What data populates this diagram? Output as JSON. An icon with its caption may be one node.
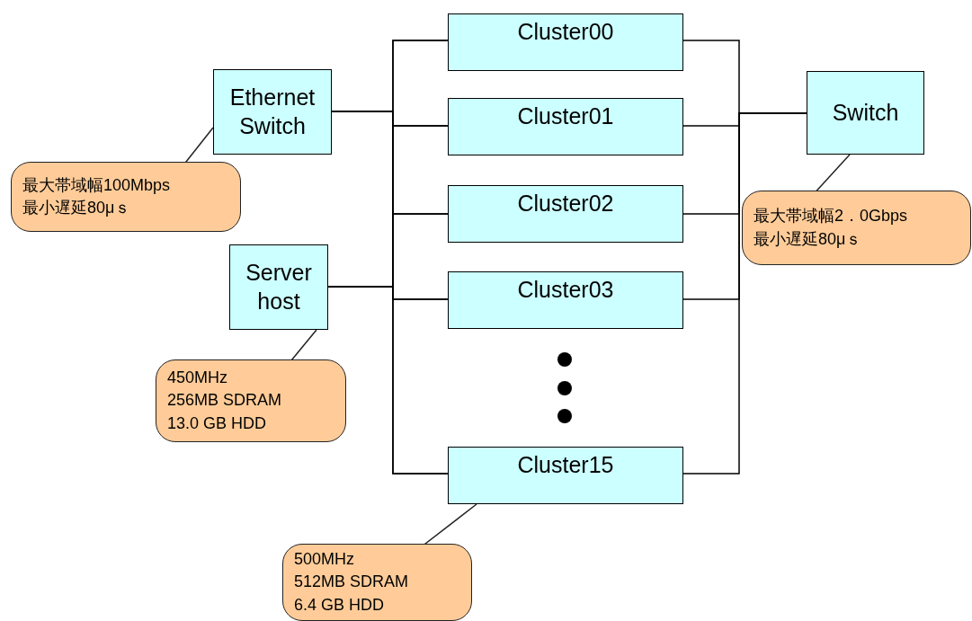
{
  "diagram": {
    "nodes": [
      {
        "text": [
          "Cluster00"
        ]
      },
      {
        "text": [
          "Ethernet Switch"
        ]
      },
      {
        "text": [
          "Switch"
        ]
      },
      {
        "text": [
          "Cluster01"
        ]
      },
      {
        "text": [
          "最大帯域幅100Mbps",
          "最小遅延80μｓ"
        ]
      },
      {
        "text": [
          "Cluster02"
        ]
      },
      {
        "text": [
          "最大帯域幅2．0Gbps",
          "最小遅延80μｓ"
        ]
      },
      {
        "text": [
          "Server host"
        ]
      },
      {
        "text": [
          "Cluster03"
        ]
      },
      {
        "text": [
          "450MHz",
          "256MB SDRAM",
          "13.0 GB HDD"
        ]
      },
      {
        "text": [
          "Cluster15"
        ]
      },
      {
        "text": [
          "500MHz",
          "512MB SDRAM",
          "6.4 GB HDD"
        ]
      }
    ],
    "edges": [
      {
        "from": 1,
        "to": 0,
        "arrow": "none"
      },
      {
        "from": 1,
        "to": 3,
        "arrow": "none"
      },
      {
        "from": 1,
        "to": 5,
        "arrow": "none"
      },
      {
        "from": 1,
        "to": 8,
        "arrow": "none"
      },
      {
        "from": 1,
        "to": 10,
        "arrow": "none"
      },
      {
        "from": 7,
        "to": 0,
        "arrow": "none"
      },
      {
        "from": 7,
        "to": 3,
        "arrow": "none"
      },
      {
        "from": 7,
        "to": 5,
        "arrow": "none"
      },
      {
        "from": 7,
        "to": 8,
        "arrow": "none"
      },
      {
        "from": 7,
        "to": 10,
        "arrow": "none"
      },
      {
        "from": 0,
        "to": 2,
        "arrow": "none"
      },
      {
        "from": 3,
        "to": 2,
        "arrow": "none"
      },
      {
        "from": 5,
        "to": 2,
        "arrow": "none"
      },
      {
        "from": 8,
        "to": 2,
        "arrow": "none"
      },
      {
        "from": 10,
        "to": 2,
        "arrow": "none"
      },
      {
        "from": 4,
        "to": 1,
        "arrow": "none"
      },
      {
        "from": 6,
        "to": 2,
        "arrow": "none"
      },
      {
        "from": 9,
        "to": 7,
        "arrow": "none"
      },
      {
        "from": 11,
        "to": 10,
        "arrow": "none"
      }
    ]
  }
}
